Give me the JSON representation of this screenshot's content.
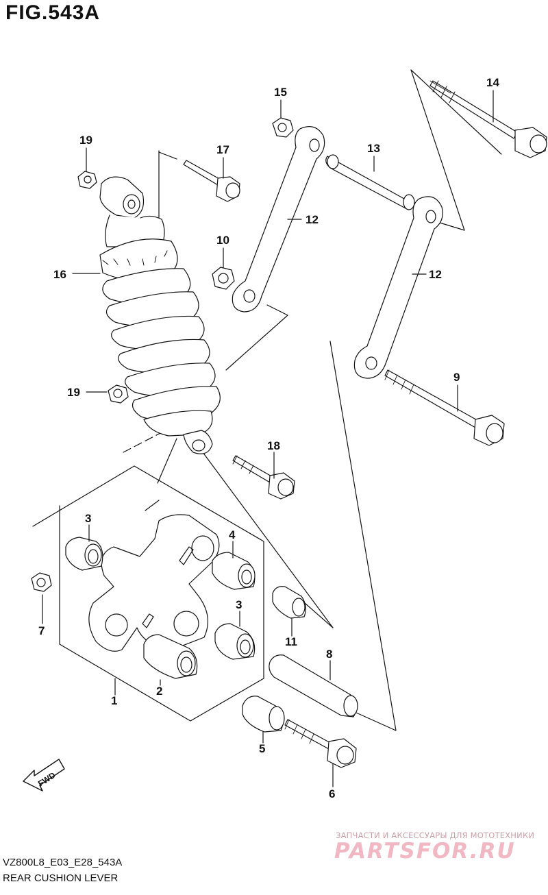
{
  "figure": {
    "title": "FIG.543A"
  },
  "callouts": [
    {
      "id": "1",
      "label": "1"
    },
    {
      "id": "2",
      "label": "2"
    },
    {
      "id": "3a",
      "label": "3"
    },
    {
      "id": "3b",
      "label": "3"
    },
    {
      "id": "4",
      "label": "4"
    },
    {
      "id": "5",
      "label": "5"
    },
    {
      "id": "6",
      "label": "6"
    },
    {
      "id": "7",
      "label": "7"
    },
    {
      "id": "8",
      "label": "8"
    },
    {
      "id": "9",
      "label": "9"
    },
    {
      "id": "10",
      "label": "10"
    },
    {
      "id": "11",
      "label": "11"
    },
    {
      "id": "12a",
      "label": "12"
    },
    {
      "id": "12b",
      "label": "12"
    },
    {
      "id": "13",
      "label": "13"
    },
    {
      "id": "14",
      "label": "14"
    },
    {
      "id": "15",
      "label": "15"
    },
    {
      "id": "16",
      "label": "16"
    },
    {
      "id": "17",
      "label": "17"
    },
    {
      "id": "18",
      "label": "18"
    },
    {
      "id": "19a",
      "label": "19"
    },
    {
      "id": "19b",
      "label": "19"
    }
  ],
  "fwd_label": "FWD",
  "footer": {
    "model_code": "VZ800L8_E03_E28_543A",
    "caption": "REAR CUSHION LEVER"
  },
  "watermark": {
    "tagline": "ЗАПЧАСТИ И АКСЕССУАРЫ ДЛЯ МОТОТЕХНИКИ",
    "logo": "PARTSFOR.RU"
  },
  "colors": {
    "line": "#111111",
    "watermark": "#f1b8c4"
  }
}
